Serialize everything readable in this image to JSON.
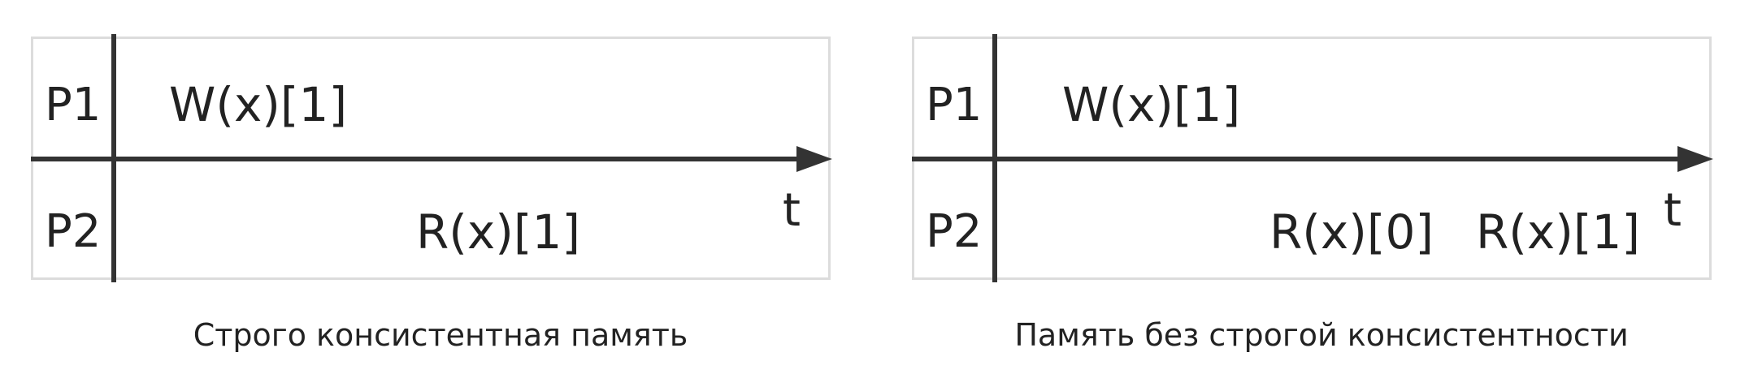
{
  "left": {
    "process_labels": [
      "P1",
      "P2"
    ],
    "axis_label": "t",
    "p1_ops": [
      "W(x)[1]"
    ],
    "p2_ops": [
      "R(x)[1]"
    ],
    "caption": "Строго консистентная память"
  },
  "right": {
    "process_labels": [
      "P1",
      "P2"
    ],
    "axis_label": "t",
    "p1_ops": [
      "W(x)[1]"
    ],
    "p2_ops": [
      "R(x)[0]",
      "R(x)[1]"
    ],
    "caption": "Память без строгой консистентности"
  },
  "colors": {
    "line": "#333333",
    "frame": "#dcdcdc",
    "text": "#222222"
  }
}
